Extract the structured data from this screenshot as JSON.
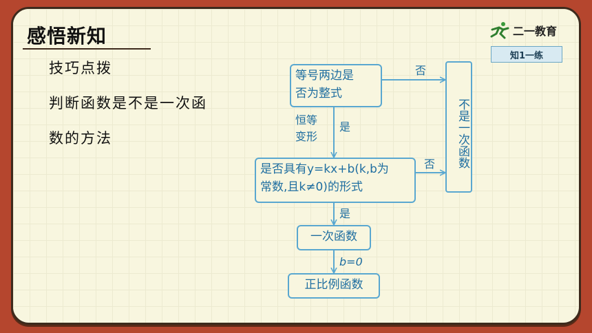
{
  "header": {
    "title": "感悟新知",
    "logo_text": "二一教育",
    "badge": "知1一练"
  },
  "left": {
    "line1": "技巧点拨",
    "line2": "判断函数是不是一次函",
    "line3": "数的方法"
  },
  "flowchart": {
    "box1": {
      "line1": "等号两边是",
      "line2": "否为整式"
    },
    "box2": {
      "line1": "是否具有y=kx+b(k,b为",
      "line2": "常数,且k≠0)的形式"
    },
    "box3": "一次函数",
    "box4": "正比例函数",
    "side_box": "不是一次函数",
    "label_no_1": "否",
    "label_no_2": "否",
    "label_transform_1": "恒等",
    "label_transform_2": "变形",
    "label_yes_1": "是",
    "label_yes_2": "是",
    "label_b0": "b=0"
  },
  "colors": {
    "frame": "#b5462e",
    "board": "#f8f6df",
    "flow_blue": "#59a7d0",
    "flow_text": "#1f6ea0"
  }
}
